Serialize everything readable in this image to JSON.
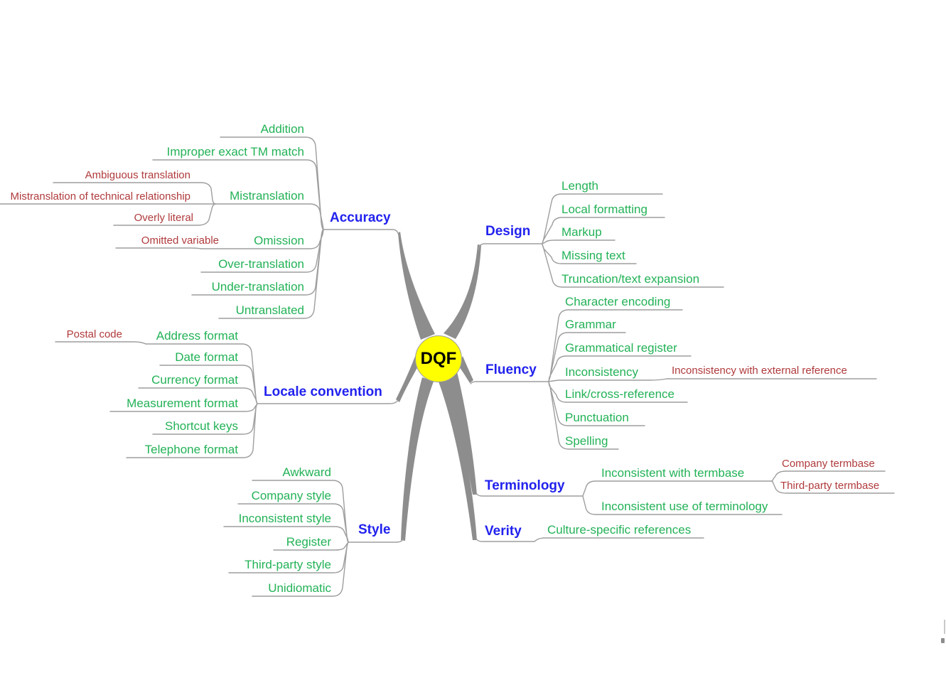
{
  "center": {
    "label": "DQF"
  },
  "colors": {
    "topic_text": "#2222EE",
    "item_text": "#23B257",
    "subitem_text": "#B03A3C",
    "branch_gray": "#8D8D8D",
    "line_gray": "#9E9E9E",
    "center_fill": "#FFFF00",
    "center_text": "#000000",
    "background": "#FFFFFF"
  },
  "branches": [
    {
      "label": "Accuracy",
      "children": [
        {
          "label": "Addition"
        },
        {
          "label": "Improper exact TM match"
        },
        {
          "label": "Mistranslation",
          "children": [
            {
              "label": "Ambiguous translation"
            },
            {
              "label": "Mistranslation of technical relationship"
            },
            {
              "label": "Overly literal"
            }
          ]
        },
        {
          "label": "Omission",
          "children": [
            {
              "label": "Omitted variable"
            }
          ]
        },
        {
          "label": "Over-translation"
        },
        {
          "label": "Under-translation"
        },
        {
          "label": "Untranslated"
        }
      ]
    },
    {
      "label": "Design",
      "children": [
        {
          "label": "Length"
        },
        {
          "label": "Local formatting"
        },
        {
          "label": "Markup"
        },
        {
          "label": "Missing text"
        },
        {
          "label": "Truncation/text expansion"
        }
      ]
    },
    {
      "label": "Fluency",
      "children": [
        {
          "label": "Character encoding"
        },
        {
          "label": "Grammar"
        },
        {
          "label": "Grammatical register"
        },
        {
          "label": "Inconsistency",
          "children": [
            {
              "label": "Inconsistency with external reference"
            }
          ]
        },
        {
          "label": "Link/cross-reference"
        },
        {
          "label": "Punctuation"
        },
        {
          "label": "Spelling"
        }
      ]
    },
    {
      "label": "Locale convention",
      "children": [
        {
          "label": "Address format",
          "children": [
            {
              "label": "Postal code"
            }
          ]
        },
        {
          "label": "Date format"
        },
        {
          "label": "Currency format"
        },
        {
          "label": "Measurement format"
        },
        {
          "label": "Shortcut keys"
        },
        {
          "label": "Telephone format"
        }
      ]
    },
    {
      "label": "Style",
      "children": [
        {
          "label": "Awkward"
        },
        {
          "label": "Company style"
        },
        {
          "label": "Inconsistent style"
        },
        {
          "label": "Register"
        },
        {
          "label": "Third-party style"
        },
        {
          "label": "Unidiomatic"
        }
      ]
    },
    {
      "label": "Terminology",
      "children": [
        {
          "label": "Inconsistent with termbase",
          "children": [
            {
              "label": "Company termbase"
            },
            {
              "label": "Third-party termbase"
            }
          ]
        },
        {
          "label": "Inconsistent use of terminology"
        }
      ]
    },
    {
      "label": "Verity",
      "children": [
        {
          "label": "Culture-specific references"
        }
      ]
    }
  ]
}
